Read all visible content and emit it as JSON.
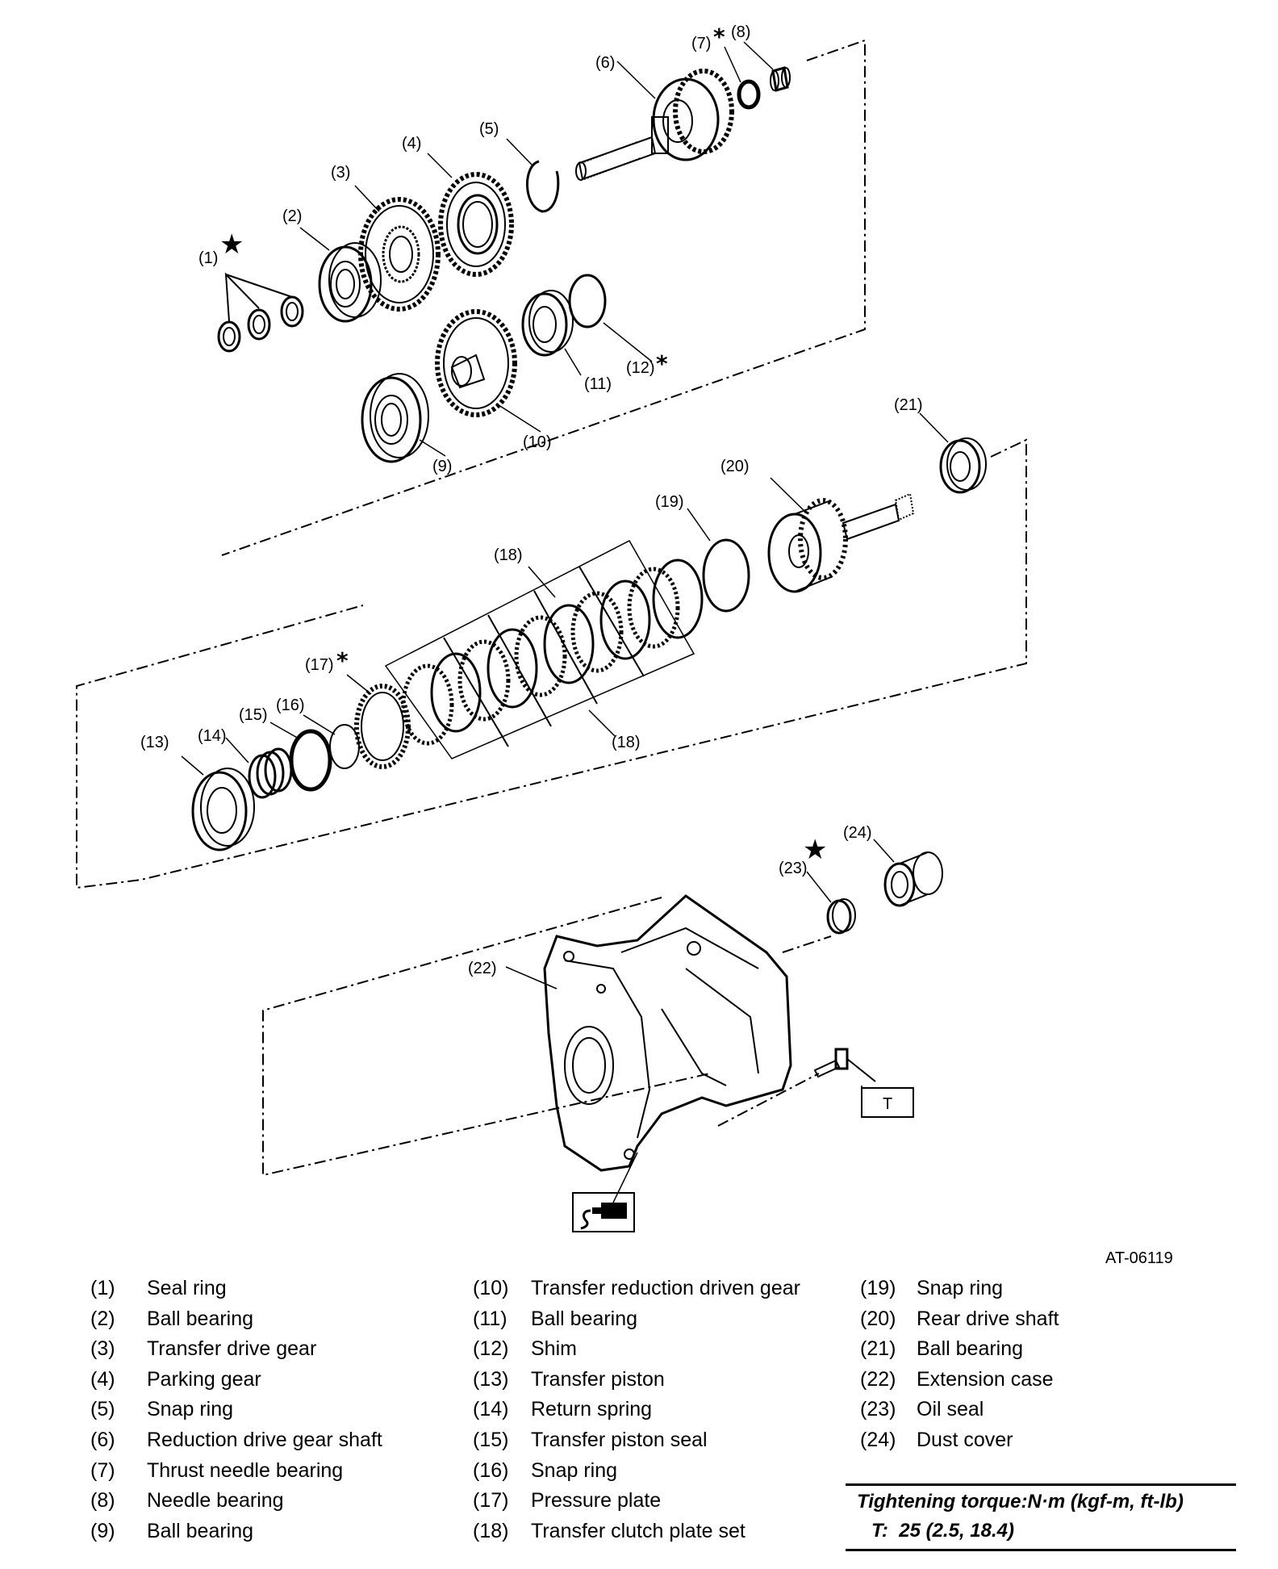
{
  "figure_id": "AT-06119",
  "callouts": {
    "c1": "(1)",
    "c2": "(2)",
    "c3": "(3)",
    "c4": "(4)",
    "c5": "(5)",
    "c6": "(6)",
    "c7": "(7)",
    "c8": "(8)",
    "c9": "(9)",
    "c10": "(10)",
    "c11": "(11)",
    "c12": "(12)",
    "c13": "(13)",
    "c14": "(14)",
    "c15": "(15)",
    "c16": "(16)",
    "c17": "(17)",
    "c18a": "(18)",
    "c18b": "(18)",
    "c19": "(19)",
    "c20": "(20)",
    "c21": "(21)",
    "c22": "(22)",
    "c23": "(23)",
    "c24": "(24)"
  },
  "torque_tag": "T",
  "legend": {
    "col1": [
      {
        "num": "(1)",
        "name": "Seal ring"
      },
      {
        "num": "(2)",
        "name": "Ball bearing"
      },
      {
        "num": "(3)",
        "name": "Transfer drive gear"
      },
      {
        "num": "(4)",
        "name": "Parking gear"
      },
      {
        "num": "(5)",
        "name": "Snap ring"
      },
      {
        "num": "(6)",
        "name": "Reduction drive gear shaft"
      },
      {
        "num": "(7)",
        "name": "Thrust needle bearing"
      },
      {
        "num": "(8)",
        "name": "Needle bearing"
      },
      {
        "num": "(9)",
        "name": "Ball bearing"
      }
    ],
    "col2": [
      {
        "num": "(10)",
        "name": "Transfer reduction driven gear"
      },
      {
        "num": "(11)",
        "name": "Ball bearing"
      },
      {
        "num": "(12)",
        "name": "Shim"
      },
      {
        "num": "(13)",
        "name": "Transfer piston"
      },
      {
        "num": "(14)",
        "name": "Return spring"
      },
      {
        "num": "(15)",
        "name": "Transfer piston seal"
      },
      {
        "num": "(16)",
        "name": "Snap ring"
      },
      {
        "num": "(17)",
        "name": "Pressure plate"
      },
      {
        "num": "(18)",
        "name": "Transfer clutch plate set"
      }
    ],
    "col3": [
      {
        "num": "(19)",
        "name": "Snap ring"
      },
      {
        "num": "(20)",
        "name": "Rear drive shaft"
      },
      {
        "num": "(21)",
        "name": "Ball bearing"
      },
      {
        "num": "(22)",
        "name": "Extension case"
      },
      {
        "num": "(23)",
        "name": "Oil seal"
      },
      {
        "num": "(24)",
        "name": "Dust cover"
      }
    ]
  },
  "torque": {
    "title": "Tightening torque:N·m (kgf-m, ft-lb)",
    "label": "T:",
    "value": "25 (2.5, 18.4)"
  }
}
